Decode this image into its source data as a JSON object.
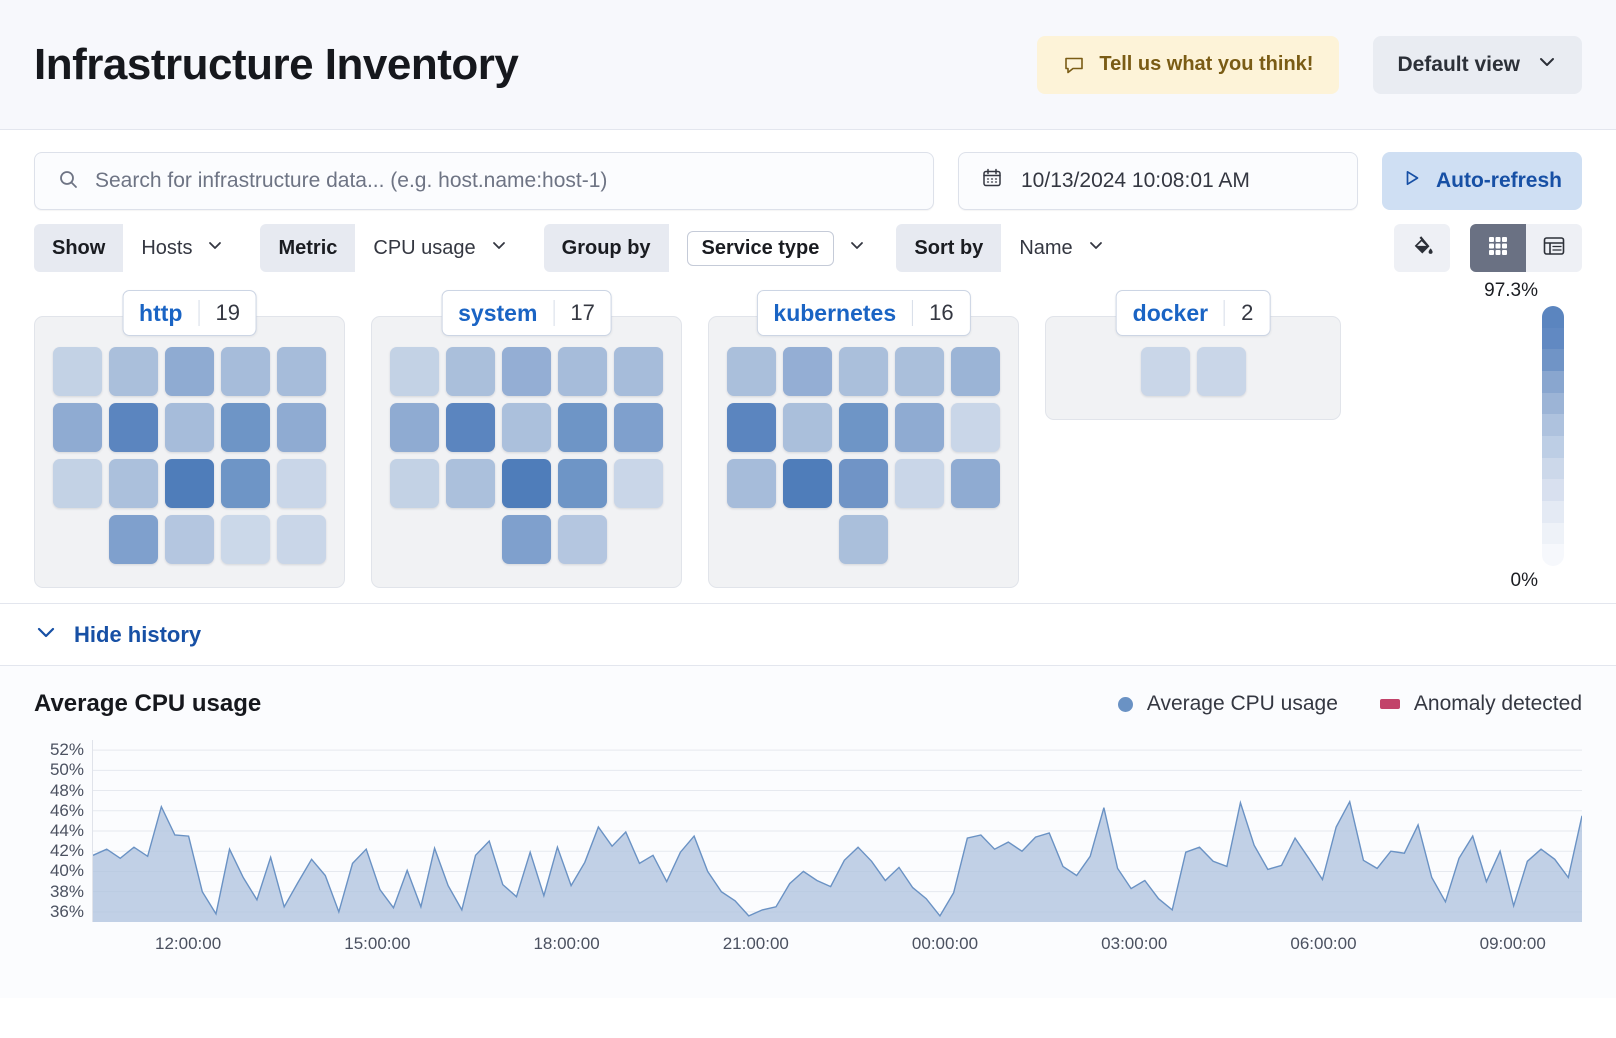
{
  "header": {
    "title": "Infrastructure Inventory",
    "feedback_label": "Tell us what you think!",
    "feedback_icon": "comment-icon",
    "view_label": "Default view",
    "view_icon": "chevron-down-icon"
  },
  "query": {
    "search_placeholder": "Search for infrastructure data... (e.g. host.name:host-1)",
    "search_value": "",
    "search_icon": "search-icon",
    "date_value": "10/13/2024 10:08:01 AM",
    "date_icon": "calendar-icon",
    "refresh_label": "Auto-refresh",
    "refresh_icon": "play-icon"
  },
  "filters": [
    {
      "label": "Show",
      "value": "Hosts",
      "boxed": false
    },
    {
      "label": "Metric",
      "value": "CPU usage",
      "boxed": false
    },
    {
      "label": "Group by",
      "value": "Service type",
      "boxed": true
    },
    {
      "label": "Sort by",
      "value": "Name",
      "boxed": false
    }
  ],
  "tools": {
    "palette_icon": "paint-bucket-icon",
    "grid_view_icon": "grid-view-icon",
    "table_view_icon": "table-view-icon",
    "active_view": "grid"
  },
  "waffle": {
    "legend_max": "97.3%",
    "legend_min": "0%",
    "legend_colors": [
      "#5b85bf",
      "#6189c2",
      "#7094c6",
      "#89a6cf",
      "#9cb4d6",
      "#aec2de",
      "#bdcee5",
      "#ccd8ea",
      "#d8e0ef",
      "#e4eaf4",
      "#eef2f8",
      "#f6f8fc"
    ],
    "groups": [
      {
        "name": "http",
        "count": "19",
        "rows": [
          {
            "indent": 0,
            "tiles": [
              "#c3d2e5",
              "#aabfdb",
              "#8fabd2",
              "#a6bcda",
              "#a6bcda"
            ]
          },
          {
            "indent": 0,
            "tiles": [
              "#8fabd2",
              "#5b85bf",
              "#a6bcda",
              "#6e95c6",
              "#8fabd2"
            ]
          },
          {
            "indent": 0,
            "tiles": [
              "#c3d2e5",
              "#abc0dc",
              "#4f7dba",
              "#6e95c6",
              "#c9d6e8"
            ]
          },
          {
            "indent": 1,
            "tiles": [
              "#7fa0cd",
              "#b4c6e0",
              "#cbd8e9",
              "#c9d6e8"
            ]
          }
        ]
      },
      {
        "name": "system",
        "count": "17",
        "rows": [
          {
            "indent": 0,
            "tiles": [
              "#c3d2e5",
              "#aabfdb",
              "#94aed4",
              "#a6bcda",
              "#a6bcda"
            ]
          },
          {
            "indent": 0,
            "tiles": [
              "#8fabd2",
              "#5b85bf",
              "#abc0dc",
              "#6e95c6",
              "#7fa0cd"
            ]
          },
          {
            "indent": 0,
            "tiles": [
              "#c3d2e5",
              "#abc0dc",
              "#4f7dba",
              "#6e95c6",
              "#c9d6e8"
            ]
          },
          {
            "indent": 2,
            "tiles": [
              "#7fa0cd",
              "#b4c6e0"
            ]
          }
        ]
      },
      {
        "name": "kubernetes",
        "count": "16",
        "rows": [
          {
            "indent": 0,
            "tiles": [
              "#aabfdb",
              "#94aed4",
              "#aabfdb",
              "#aabfdb",
              "#9bb4d6"
            ]
          },
          {
            "indent": 0,
            "tiles": [
              "#5b85bf",
              "#aabfdb",
              "#6e95c6",
              "#8fabd2",
              "#c9d6e8"
            ]
          },
          {
            "indent": 0,
            "tiles": [
              "#a6bcda",
              "#4f7dba",
              "#7094c6",
              "#c9d6e8",
              "#8fabd2"
            ]
          },
          {
            "indent": 2,
            "tiles": [
              "#aabfdb"
            ]
          }
        ]
      },
      {
        "name": "docker",
        "count": "2",
        "rows": [
          {
            "indent": 0,
            "centered": true,
            "tiles": [
              "#c9d6e8",
              "#c9d6e8"
            ]
          }
        ]
      }
    ]
  },
  "history": {
    "toggle_label": "Hide history",
    "toggle_icon": "chevron-down-icon"
  },
  "chart_data": {
    "type": "area",
    "title": "Average CPU usage",
    "xlabel": "",
    "ylabel": "",
    "ylim": [
      35,
      53
    ],
    "grid": true,
    "legend_position": "top-right",
    "series": [
      {
        "name": "Average CPU usage",
        "color": "#6a92c4",
        "fill": "#aec2de"
      },
      {
        "name": "Anomaly detected",
        "color": "#c2436a",
        "fill": "#c2436a"
      }
    ],
    "ytick_labels": [
      "52%",
      "50%",
      "48%",
      "46%",
      "44%",
      "42%",
      "40%",
      "38%",
      "36%"
    ],
    "ytick_values": [
      52,
      50,
      48,
      46,
      44,
      42,
      40,
      38,
      36
    ],
    "xtick_labels": [
      "12:00:00",
      "15:00:00",
      "18:00:00",
      "21:00:00",
      "00:00:00",
      "03:00:00",
      "06:00:00",
      "09:00:00"
    ],
    "xtick_positions": [
      0.0645,
      0.1915,
      0.3185,
      0.4455,
      0.5725,
      0.6995,
      0.8265,
      0.9535
    ],
    "values": [
      41.6,
      42.2,
      41.3,
      42.4,
      41.5,
      46.4,
      43.6,
      43.5,
      38.0,
      35.8,
      42.2,
      39.4,
      37.2,
      41.4,
      36.5,
      38.9,
      41.2,
      39.6,
      36.0,
      40.8,
      42.2,
      38.2,
      36.4,
      40.1,
      36.5,
      42.3,
      38.6,
      36.2,
      41.6,
      43.0,
      38.7,
      37.5,
      41.9,
      37.6,
      42.4,
      38.6,
      40.9,
      44.4,
      42.5,
      43.9,
      40.8,
      41.6,
      39.0,
      41.9,
      43.5,
      40.0,
      38.0,
      37.1,
      35.6,
      36.2,
      36.5,
      38.8,
      40.0,
      39.1,
      38.5,
      41.1,
      42.4,
      41.0,
      39.1,
      40.4,
      38.4,
      37.3,
      35.6,
      37.9,
      43.3,
      43.6,
      42.2,
      42.9,
      42.0,
      43.4,
      43.8,
      40.5,
      39.6,
      41.5,
      46.3,
      40.3,
      38.3,
      39.1,
      37.3,
      36.2,
      41.9,
      42.4,
      41.0,
      40.5,
      46.8,
      42.6,
      40.2,
      40.6,
      43.3,
      41.3,
      39.2,
      44.4,
      46.9,
      41.1,
      40.3,
      42.0,
      41.8,
      44.6,
      39.4,
      37.0,
      41.3,
      43.5,
      39.0,
      42.0,
      36.6,
      41.0,
      42.2,
      41.2,
      39.4,
      45.5
    ]
  }
}
